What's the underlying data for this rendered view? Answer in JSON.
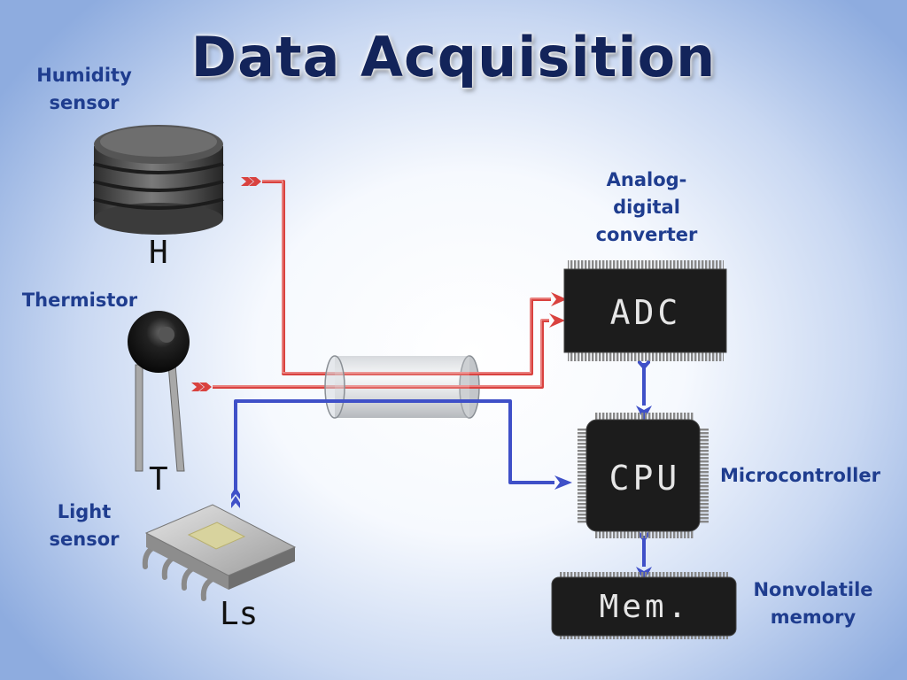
{
  "title": "Data Acquisition",
  "labels": {
    "humidity": [
      "Humidity",
      "sensor"
    ],
    "thermistor": "Thermistor",
    "light": [
      "Light",
      "sensor"
    ],
    "adc": [
      "Analog-",
      "digital",
      "converter"
    ],
    "microcontroller": "Microcontroller",
    "memory": [
      "Nonvolatile",
      "memory"
    ]
  },
  "sensor_symbols": {
    "humidity": "H",
    "thermistor": "T",
    "light": "Ls"
  },
  "chips": {
    "adc": "ADC",
    "cpu": "CPU",
    "memory": "Mem."
  },
  "colors": {
    "analog_wire": "#d9423f",
    "digital_wire": "#3f50c8",
    "title": "#13245a",
    "label": "#1f3d8f",
    "chip": "#1c1c1c"
  }
}
